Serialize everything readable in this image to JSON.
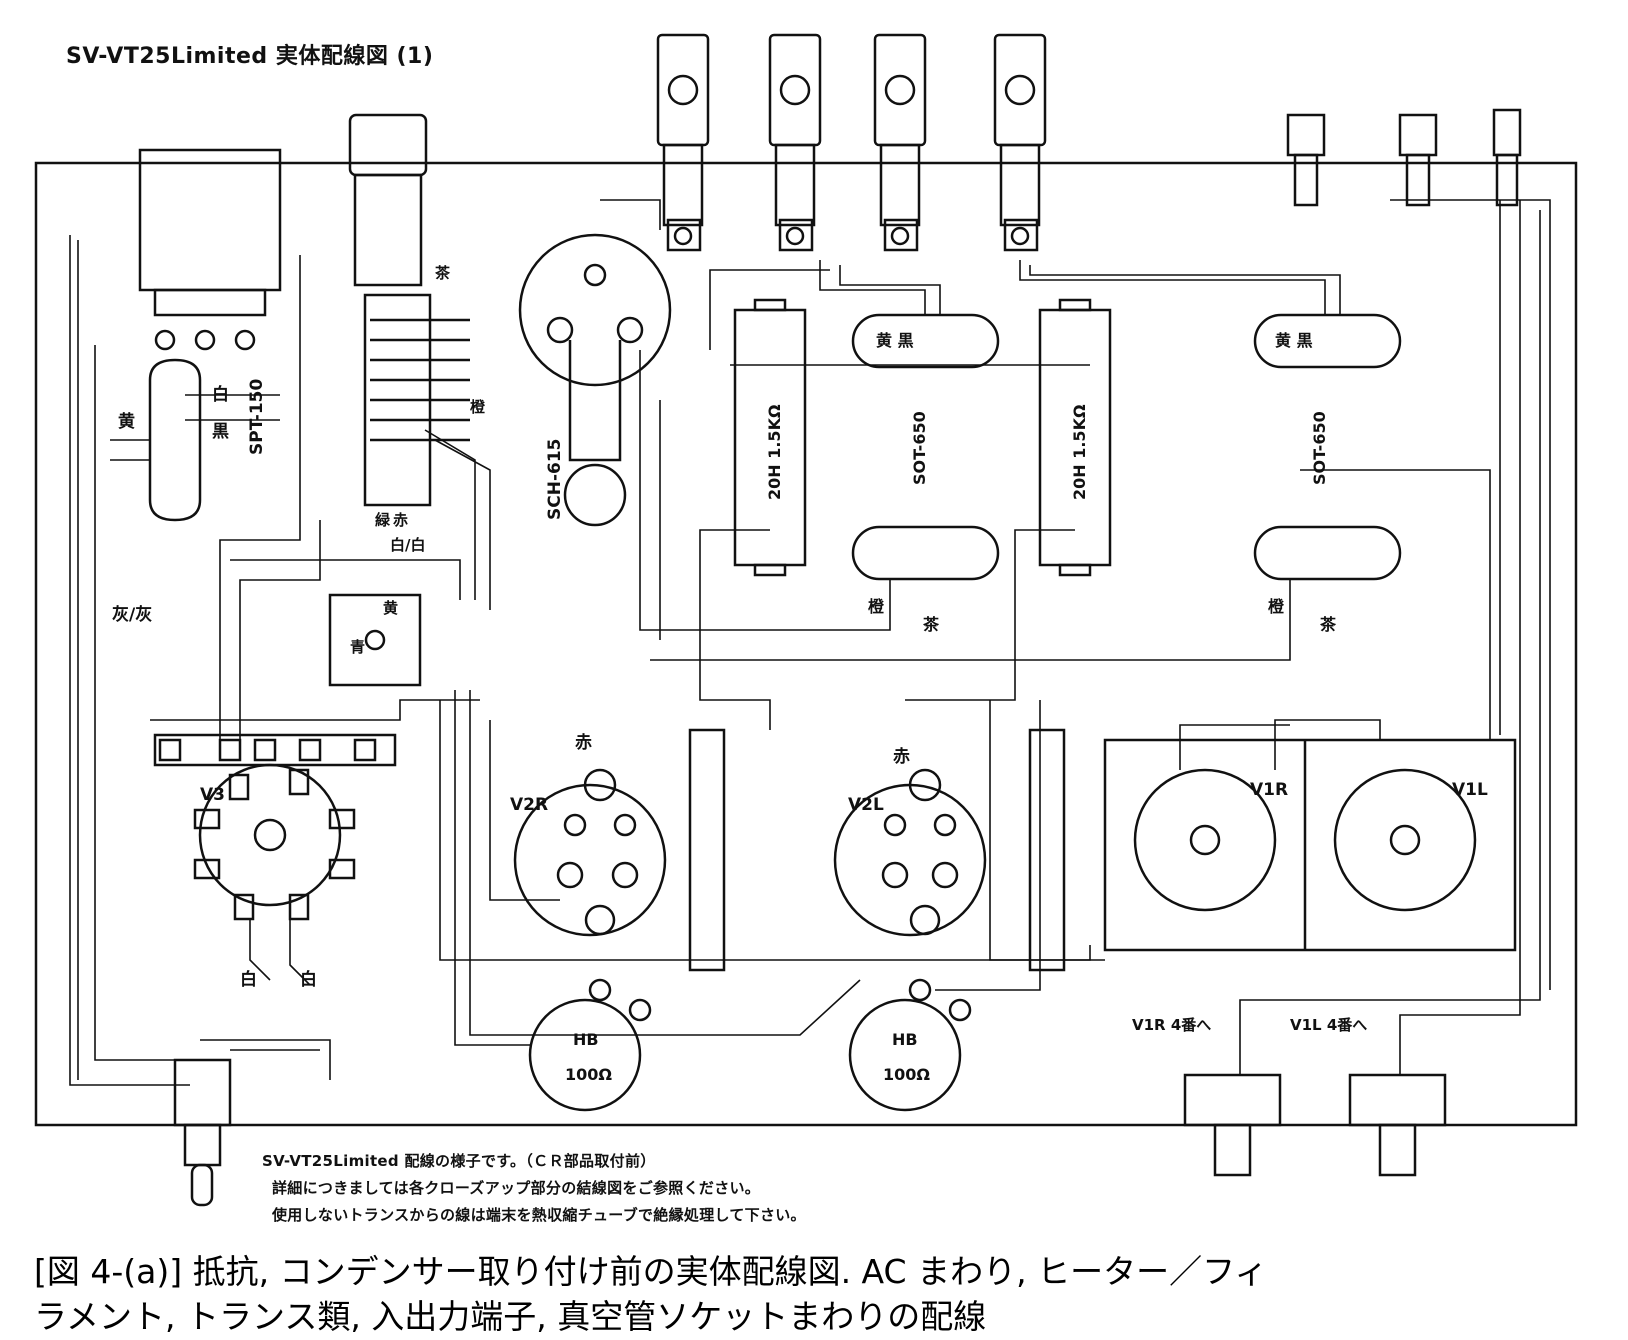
{
  "title": "SV-VT25Limited 実体配線図 (1)",
  "labels": {
    "transformer_power": "SPT-150",
    "choke": "SCH-615",
    "output_left": "SOT-650",
    "output_right": "SOT-650",
    "resistor_1": "20H 1.5KΩ",
    "resistor_2": "20H 1.5KΩ",
    "tube_v3": "V3",
    "tube_v2r": "V2R",
    "tube_v2l": "V2L",
    "tube_v1r": "V1R",
    "tube_v1l": "V1L",
    "hb_1": "HB",
    "hb_1_value": "100Ω",
    "hb_2": "HB",
    "hb_2_value": "100Ω",
    "v1r_to4": "V1R 4番へ",
    "v1l_to4": "V1L 4番へ"
  },
  "wire_colors": {
    "white": "白",
    "black": "黒",
    "yellow": "黄",
    "brown": "茶",
    "orange": "橙",
    "red": "赤",
    "green": "緑",
    "blue": "青",
    "gray_pair": "灰/灰",
    "white_pair": "白/白",
    "yellow_black": "黄 黒",
    "orange_to": "橙",
    "to_label": "へ"
  },
  "notes": [
    "SV-VT25Limited 配線の様子です。（ＣＲ部品取付前）",
    "詳細につきましては各クローズアップ部分の結線図をご参照ください。",
    "使用しないトランスからの線は端末を熱収縮チューブで絶縁処理して下さい。"
  ],
  "caption": [
    "[図 4-(a)] 抵抗, コンデンサー取り付け前の実体配線図. AC まわり, ヒーター／フィ",
    "ラメント, トランス類, 入出力端子, 真空管ソケットまわりの配線"
  ]
}
